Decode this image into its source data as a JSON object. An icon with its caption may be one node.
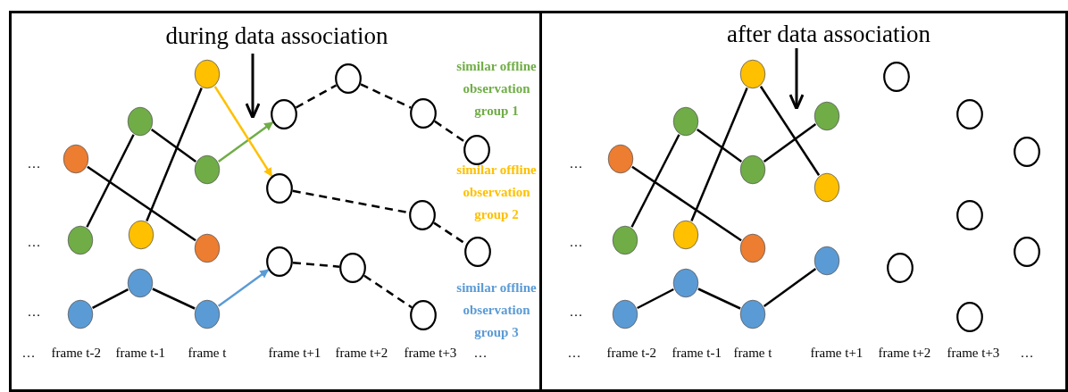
{
  "diagram": {
    "nodes": [
      {
        "text": [
          "during data association"
        ]
      },
      {
        "text": [],
        "shape": "circle",
        "in": 0
      },
      {
        "text": [],
        "shape": "circle",
        "in": 0
      },
      {
        "text": [],
        "shape": "circle",
        "in": 0
      },
      {
        "text": [],
        "shape": "circle",
        "in": 0
      },
      {
        "text": [],
        "shape": "circle",
        "in": 0
      },
      {
        "text": [],
        "shape": "circle",
        "in": 0
      },
      {
        "text": [],
        "shape": "circle",
        "in": 0
      },
      {
        "text": [],
        "shape": "circle",
        "in": 0
      },
      {
        "text": [],
        "shape": "circle",
        "in": 0
      },
      {
        "text": [],
        "shape": "circle",
        "in": 0
      },
      {
        "text": [],
        "shape": "circle",
        "in": 0
      },
      {
        "text": [],
        "shape": "circle",
        "in": 0
      },
      {
        "text": [],
        "shape": "circle",
        "in": 0
      },
      {
        "text": [],
        "shape": "circle",
        "in": 0
      },
      {
        "text": [],
        "shape": "circle",
        "in": 0
      },
      {
        "text": [],
        "shape": "circle",
        "in": 0
      },
      {
        "text": [],
        "shape": "circle",
        "in": 0
      },
      {
        "text": [],
        "shape": "circle",
        "in": 0
      },
      {
        "text": [],
        "shape": "circle",
        "in": 0
      },
      {
        "text": [],
        "shape": "circle",
        "in": 0
      },
      {
        "text": [
          "after data association"
        ]
      },
      {
        "text": [],
        "shape": "circle",
        "in": 21
      },
      {
        "text": [],
        "shape": "circle",
        "in": 21
      },
      {
        "text": [],
        "shape": "circle",
        "in": 21
      },
      {
        "text": [],
        "shape": "circle",
        "in": 21
      },
      {
        "text": [],
        "shape": "circle",
        "in": 21
      },
      {
        "text": [],
        "shape": "circle",
        "in": 21
      },
      {
        "text": [],
        "shape": "circle",
        "in": 21
      },
      {
        "text": [],
        "shape": "circle",
        "in": 21
      },
      {
        "text": [],
        "shape": "circle",
        "in": 21
      },
      {
        "text": [],
        "shape": "circle",
        "in": 21
      },
      {
        "text": [],
        "shape": "circle",
        "in": 21
      },
      {
        "text": [],
        "shape": "circle",
        "in": 21
      },
      {
        "text": [],
        "shape": "circle",
        "in": 21
      },
      {
        "text": [],
        "shape": "circle",
        "in": 21
      },
      {
        "text": [],
        "shape": "circle",
        "in": 21
      },
      {
        "text": [],
        "shape": "circle",
        "in": 21
      },
      {
        "text": [],
        "shape": "circle",
        "in": 21
      },
      {
        "text": [],
        "shape": "circle",
        "in": 21
      },
      {
        "text": [],
        "shape": "circle",
        "in": 21
      },
      {
        "text": [],
        "shape": "circle",
        "in": 21
      }
    ],
    "edges": [
      {
        "from": 1,
        "to": 9,
        "arrow": "none"
      },
      {
        "from": 2,
        "to": 4,
        "arrow": "none"
      },
      {
        "from": 4,
        "to": 8,
        "arrow": "none"
      },
      {
        "from": 5,
        "to": 7,
        "arrow": "none"
      },
      {
        "from": 3,
        "to": 6,
        "arrow": "none"
      },
      {
        "from": 6,
        "to": 10,
        "arrow": "none"
      },
      {
        "from": 8,
        "to": 11,
        "arrow": "to",
        "color": "#70ad47"
      },
      {
        "from": 7,
        "to": 12,
        "arrow": "to",
        "color": "#ffc000"
      },
      {
        "from": 10,
        "to": 13,
        "arrow": "to",
        "color": "#5b9bd5"
      },
      {
        "from": 11,
        "to": 14,
        "arrow": "none",
        "style": "dashed"
      },
      {
        "from": 14,
        "to": 16,
        "arrow": "none",
        "style": "dashed"
      },
      {
        "from": 16,
        "to": 19,
        "arrow": "none",
        "style": "dashed"
      },
      {
        "from": 12,
        "to": 17,
        "arrow": "none",
        "style": "dashed"
      },
      {
        "from": 17,
        "to": 20,
        "arrow": "none",
        "style": "dashed"
      },
      {
        "from": 13,
        "to": 15,
        "arrow": "none",
        "style": "dashed"
      },
      {
        "from": 15,
        "to": 18,
        "arrow": "none",
        "style": "dashed"
      },
      {
        "from": 22,
        "to": 30,
        "arrow": "none"
      },
      {
        "from": 23,
        "to": 25,
        "arrow": "none"
      },
      {
        "from": 25,
        "to": 29,
        "arrow": "none"
      },
      {
        "from": 26,
        "to": 28,
        "arrow": "none"
      },
      {
        "from": 28,
        "to": 33,
        "arrow": "none"
      },
      {
        "from": 29,
        "to": 32,
        "arrow": "none"
      },
      {
        "from": 24,
        "to": 27,
        "arrow": "none"
      },
      {
        "from": 27,
        "to": 31,
        "arrow": "none"
      },
      {
        "from": 31,
        "to": 34,
        "arrow": "none"
      }
    ],
    "labels": [
      "similar offline observation group 1",
      "…",
      "similar offline observation group 2",
      "…",
      "…",
      "similar offline observation group 3",
      "…",
      "frame t-2",
      "frame t-1",
      "frame t",
      "frame t+1",
      "frame t+2",
      "frame t+3",
      "…",
      "…",
      "…",
      "…",
      "…",
      "frame t-2",
      "frame t-1",
      "frame t",
      "frame t+1",
      "frame t+2",
      "frame t+3",
      "…"
    ]
  }
}
